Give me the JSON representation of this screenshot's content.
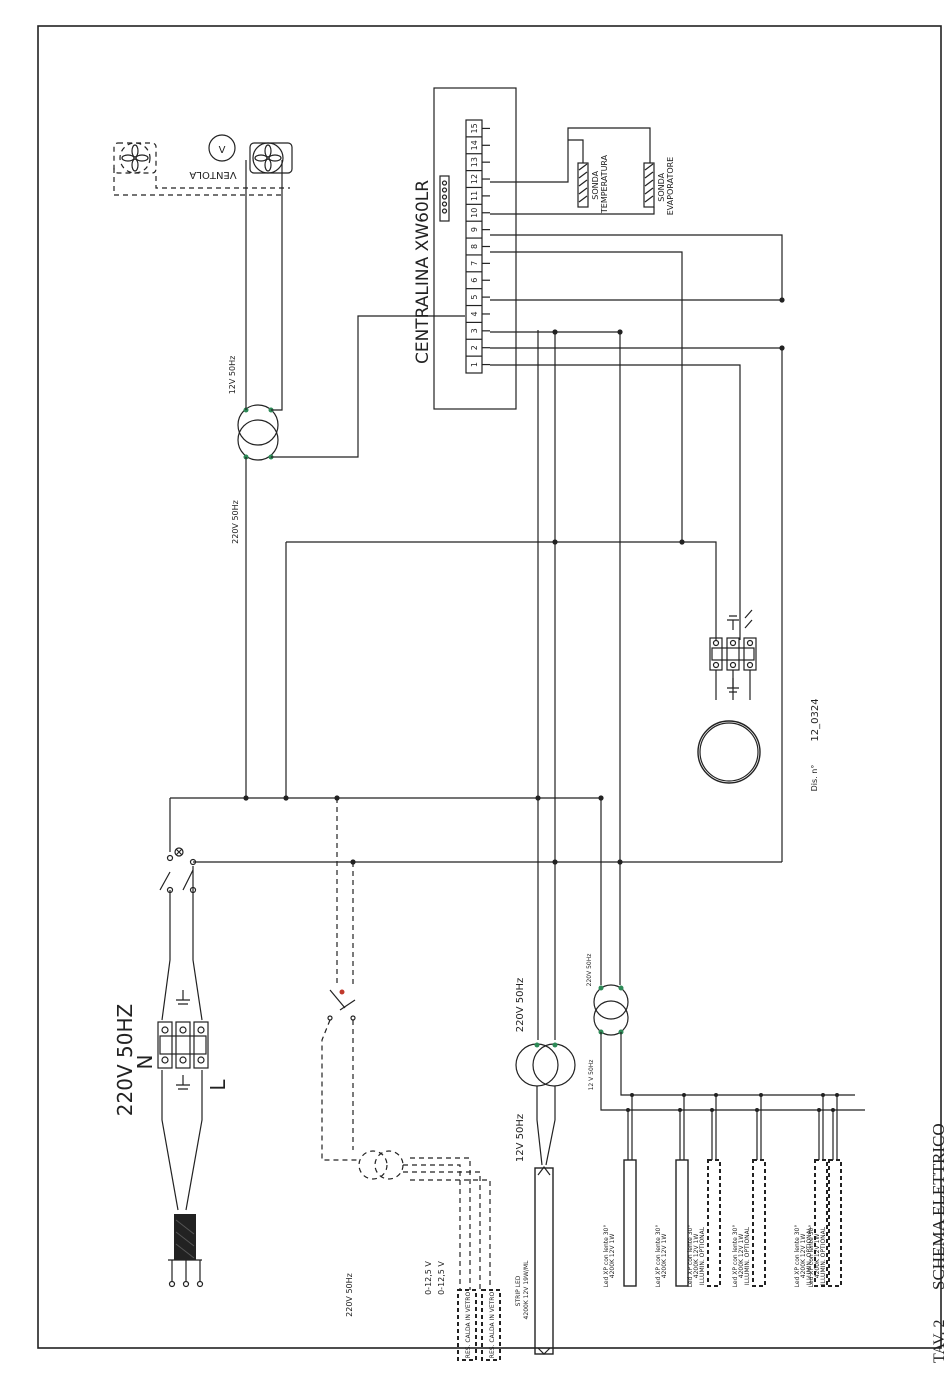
{
  "title": {
    "tav": "TAV. 2",
    "name": "SCHEMA ELETTRICO"
  },
  "controller": {
    "name": "CENTRALINA XW60LR",
    "terminals": [
      "1",
      "2",
      "3",
      "4",
      "5",
      "6",
      "7",
      "8",
      "9",
      "10",
      "11",
      "12",
      "13",
      "14",
      "15"
    ]
  },
  "probes": {
    "temperature": "SONDA\nTEMPERATURA",
    "evaporator": "SONDA\nEVAPORATORE"
  },
  "fan": {
    "label": "VENTOLA",
    "meter": "V"
  },
  "transformers": {
    "fan_secondary": "12V 50Hz",
    "fan_primary": "220V 50Hz",
    "strip_primary": "220V 50Hz",
    "strip_secondary": "12V 50Hz",
    "led_primary": "220V 50Hz",
    "led_secondary": "12 V 50Hz",
    "glass_primary": "220V 50Hz"
  },
  "supply": {
    "voltage": "220V 50HZ",
    "neutral": "N",
    "line": "L"
  },
  "glass_heaters": {
    "voltages": [
      "0-12,5 V",
      "0-12,5 V"
    ],
    "labels": [
      "RES. CALDA IN VETRO",
      "RES. CALDA IN VETRO"
    ]
  },
  "strip_led": {
    "label": "STRIP LED",
    "spec": "4200K 12V 19W/ML"
  },
  "leds": [
    {
      "line1": "Led XP con lente 30°",
      "line2": "4200K 12V 1W",
      "optional": ""
    },
    {
      "line1": "Led XP con lente 30°",
      "line2": "4200K 12V 1W",
      "optional": ""
    },
    {
      "line1": "Led XP con lente 30°",
      "line2": "4200K 12V 1W",
      "optional": "ILLUMIN. OPTIONAL"
    },
    {
      "line1": "Led XP con lente 30°",
      "line2": "4200K 12V 1W",
      "optional": "ILLUMIN. OPTIONAL"
    },
    {
      "line1": "Led XP con lente 30°",
      "line2": "4200K 12V 1W",
      "optional": "ILLUMIN. OPTIONAL"
    },
    {
      "line1": "Led XP con lente 30°",
      "line2": "4200K 12V 1W",
      "optional": "ILLUMIN. OPTIONAL"
    }
  ],
  "drawing": {
    "label": "Dis. n°",
    "number": "12_0324"
  }
}
